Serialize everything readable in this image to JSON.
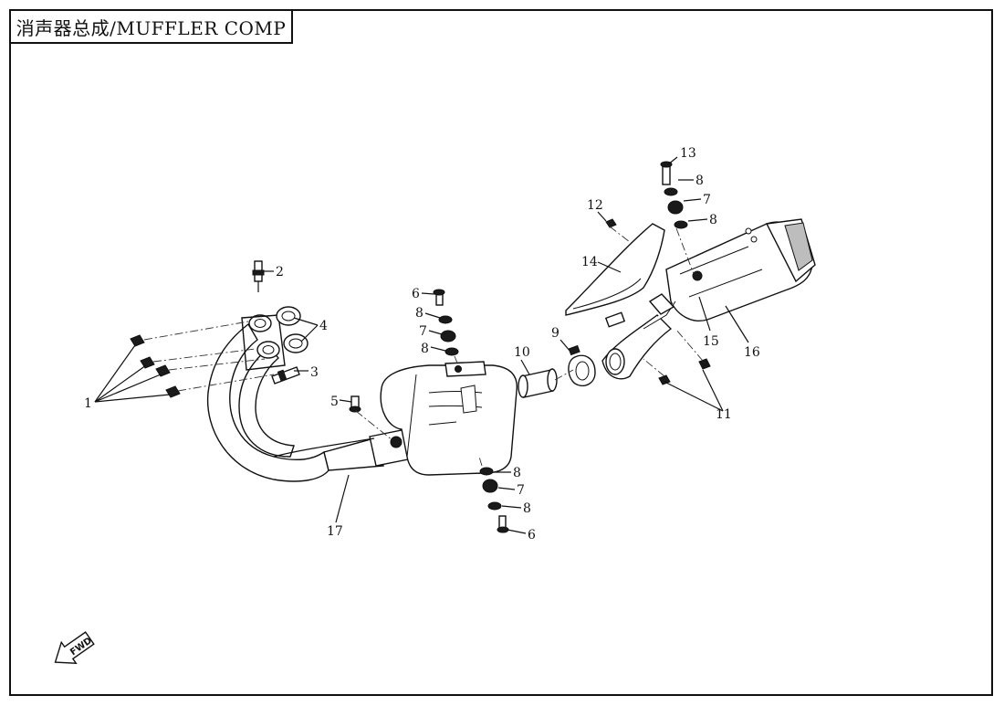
{
  "title": "消声器总成/MUFFLER COMP",
  "fwd_label": "FWD",
  "callouts": {
    "c1": "1",
    "c2": "2",
    "c3": "3",
    "c4": "4",
    "c5": "5",
    "c6a": "6",
    "c6b": "6",
    "c7a": "7",
    "c7b": "7",
    "c7c": "7",
    "c8a": "8",
    "c8b": "8",
    "c8c": "8",
    "c8d": "8",
    "c8e": "8",
    "c8f": "8",
    "c9": "9",
    "c10": "10",
    "c11": "11",
    "c12": "12",
    "c13": "13",
    "c14": "14",
    "c15": "15",
    "c16": "16",
    "c17": "17"
  }
}
